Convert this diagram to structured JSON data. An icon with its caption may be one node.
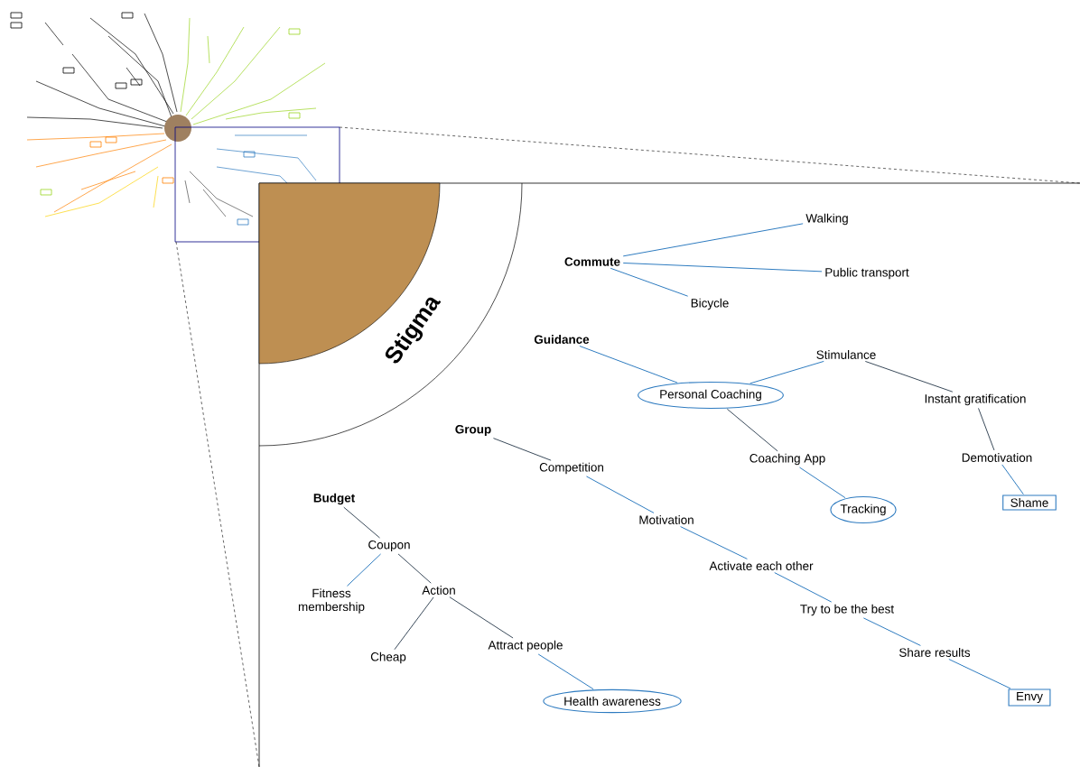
{
  "diagram": {
    "nodes": [
      {
        "text": [
          "Commute"
        ]
      },
      {
        "text": [
          "Walking"
        ]
      },
      {
        "text": [
          "Public transport"
        ]
      },
      {
        "text": [
          "Bicycle"
        ]
      },
      {
        "text": [
          "Guidance"
        ]
      },
      {
        "text": [
          "Personal Coaching"
        ]
      },
      {
        "text": [
          "Stimulance"
        ]
      },
      {
        "text": [
          "Instant gratification"
        ]
      },
      {
        "text": [
          "Coaching App"
        ]
      },
      {
        "text": [
          "Tracking"
        ]
      },
      {
        "text": [
          "Demotivation"
        ]
      },
      {
        "text": [
          "Shame"
        ]
      },
      {
        "text": [
          "Group"
        ]
      },
      {
        "text": [
          "Competition"
        ]
      },
      {
        "text": [
          "Motivation"
        ]
      },
      {
        "text": [
          "Activate each other"
        ]
      },
      {
        "text": [
          "Try to be the best"
        ]
      },
      {
        "text": [
          "Share results"
        ]
      },
      {
        "text": [
          "Envy"
        ]
      },
      {
        "text": [
          "Budget"
        ]
      },
      {
        "text": [
          "Coupon"
        ]
      },
      {
        "text": [
          "Fitness membership"
        ]
      },
      {
        "text": [
          "Action"
        ]
      },
      {
        "text": [
          "Cheap"
        ]
      },
      {
        "text": [
          "Attract people"
        ]
      },
      {
        "text": [
          "Health awareness"
        ]
      }
    ],
    "edges": [
      {
        "from": 0,
        "to": 1,
        "arrow": "none"
      },
      {
        "from": 0,
        "to": 2,
        "arrow": "none"
      },
      {
        "from": 0,
        "to": 3,
        "arrow": "none"
      },
      {
        "from": 4,
        "to": 5,
        "arrow": "none"
      },
      {
        "from": 5,
        "to": 6,
        "arrow": "none"
      },
      {
        "from": 6,
        "to": 7,
        "arrow": "none",
        "color": "#3a4a5a"
      },
      {
        "from": 5,
        "to": 8,
        "arrow": "none",
        "color": "#3a4a5a"
      },
      {
        "from": 8,
        "to": 9,
        "arrow": "none"
      },
      {
        "from": 7,
        "to": 10,
        "arrow": "none",
        "color": "#3a4a5a"
      },
      {
        "from": 10,
        "to": 11,
        "arrow": "none"
      },
      {
        "from": 12,
        "to": 13,
        "arrow": "none",
        "color": "#3a4a5a"
      },
      {
        "from": 13,
        "to": 14,
        "arrow": "none"
      },
      {
        "from": 14,
        "to": 15,
        "arrow": "none"
      },
      {
        "from": 15,
        "to": 16,
        "arrow": "none"
      },
      {
        "from": 16,
        "to": 17,
        "arrow": "none"
      },
      {
        "from": 17,
        "to": 18,
        "arrow": "none"
      },
      {
        "from": 19,
        "to": 20,
        "arrow": "none",
        "color": "#3a4a5a"
      },
      {
        "from": 20,
        "to": 21,
        "arrow": "none"
      },
      {
        "from": 20,
        "to": 22,
        "arrow": "none",
        "color": "#3a4a5a"
      },
      {
        "from": 22,
        "to": 23,
        "arrow": "none",
        "color": "#3a4a5a"
      },
      {
        "from": 22,
        "to": 24,
        "arrow": "none",
        "color": "#3a4a5a"
      },
      {
        "from": 24,
        "to": 25,
        "arrow": "none"
      }
    ],
    "labels": [
      "Stigma"
    ]
  }
}
